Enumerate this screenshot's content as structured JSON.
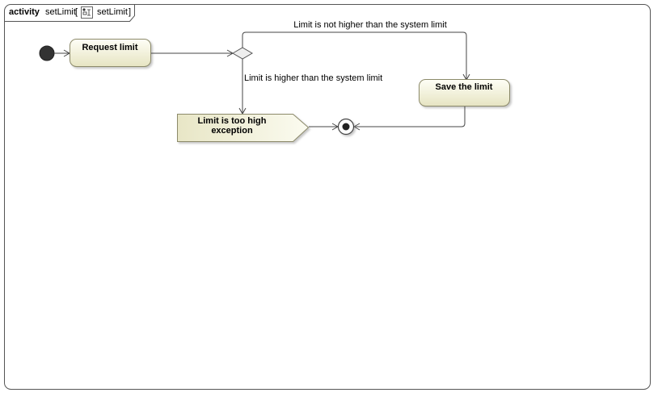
{
  "frame": {
    "keyword": "activity",
    "name": "setLimit",
    "bracket_open": "[",
    "bracket_close": "]",
    "diagram_ref": "setLimit",
    "icon": "activity-diagram-icon"
  },
  "nodes": {
    "request_limit": "Request limit",
    "save_limit": "Save the limit",
    "exception_line1": "Limit is too high",
    "exception_line2": "exception"
  },
  "guards": {
    "not_higher": "Limit is not higher than the system limit",
    "higher": "Limit is higher than the system limit"
  },
  "colors": {
    "action_fill_light": "#fdfdf2",
    "action_fill_dark": "#e8e6c6",
    "action_border": "#8c8a6a",
    "line": "#444444",
    "frame_border": "#555555"
  }
}
